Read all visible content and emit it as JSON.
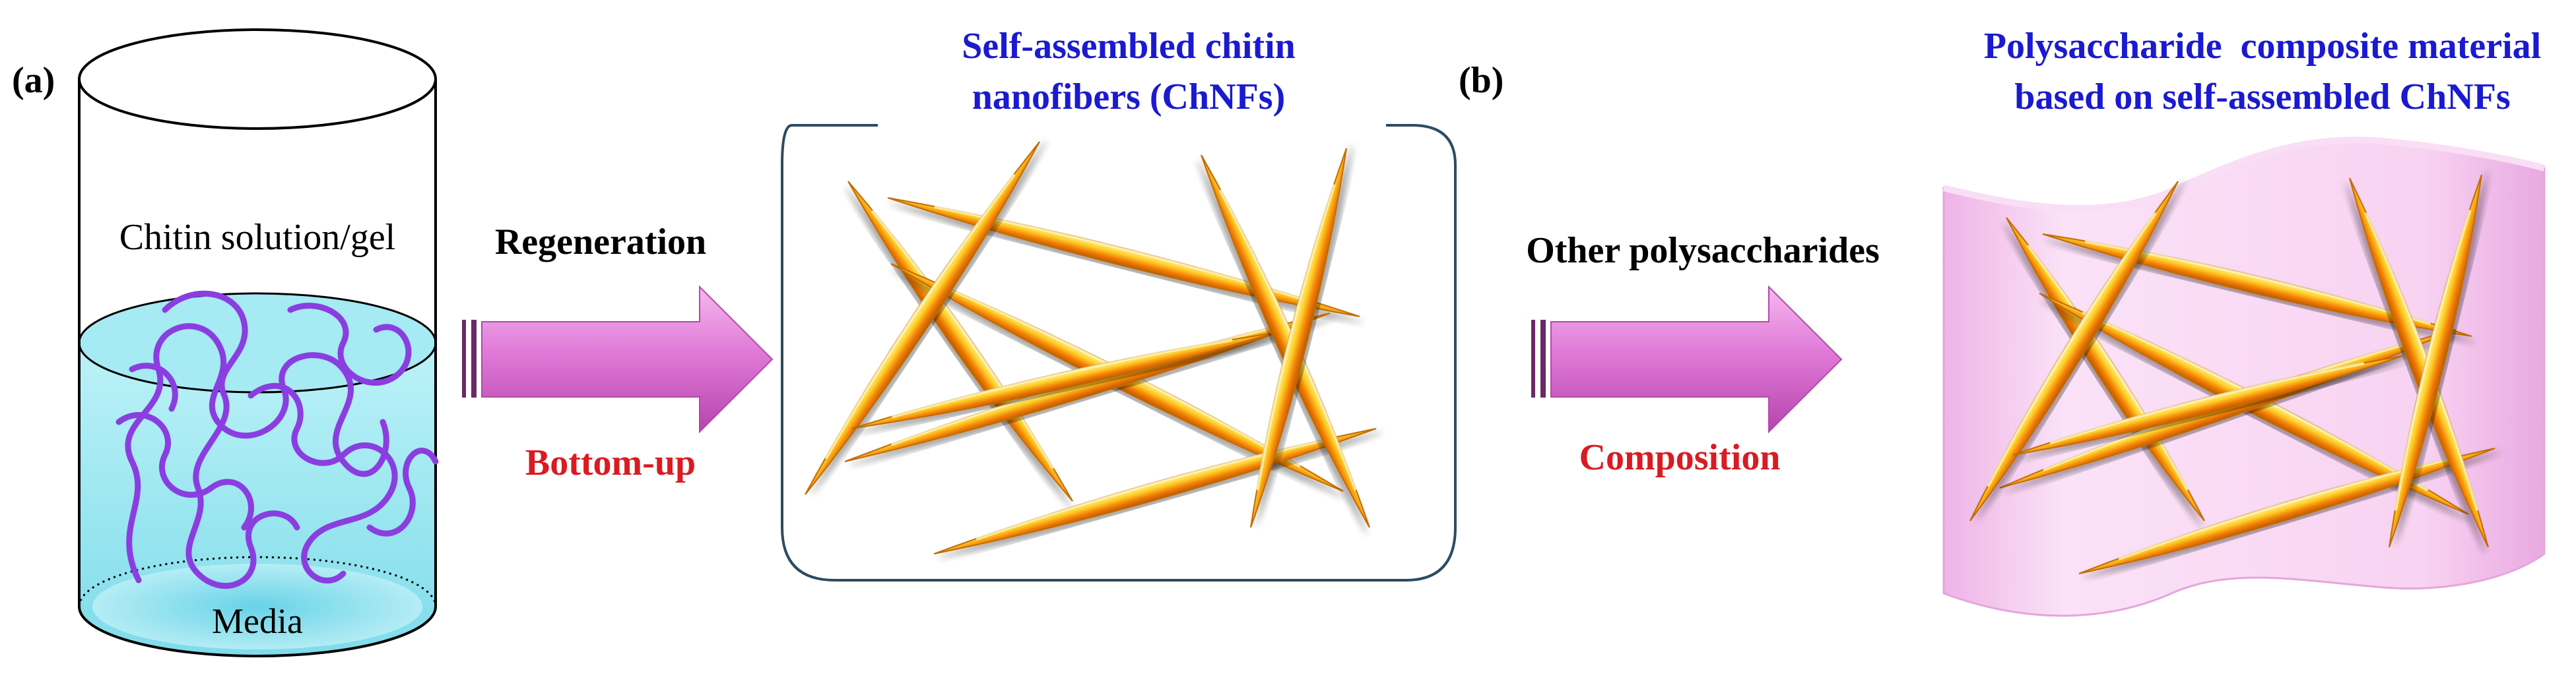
{
  "panel_a": {
    "label": "(a)",
    "solution_label": "Chitin solution/gel",
    "media_label": "Media"
  },
  "arrow1": {
    "top_label": "Regeneration",
    "bottom_label": "Bottom-up"
  },
  "nanofibers": {
    "title_line1": "Self-assembled chitin",
    "title_line2": "nanofibers (ChNFs)"
  },
  "panel_b": {
    "label": "(b)"
  },
  "arrow2": {
    "top_label": "Other polysaccharides",
    "bottom_label": "Composition"
  },
  "composite": {
    "title_line1": "Polysaccharide  composite material",
    "title_line2": "based on self-assembled ChNFs"
  },
  "colors": {
    "title_blue": "#1a1ad0",
    "label_red": "#d81c22",
    "arrow_pink": "#d65ccf",
    "liquid_cyan": "#8fe3ef",
    "polymer_purple": "#8a3ee0",
    "fiber_orange": "#f5a000",
    "composite_pink": "#f7c8ef",
    "box_border": "#2d4b60"
  }
}
